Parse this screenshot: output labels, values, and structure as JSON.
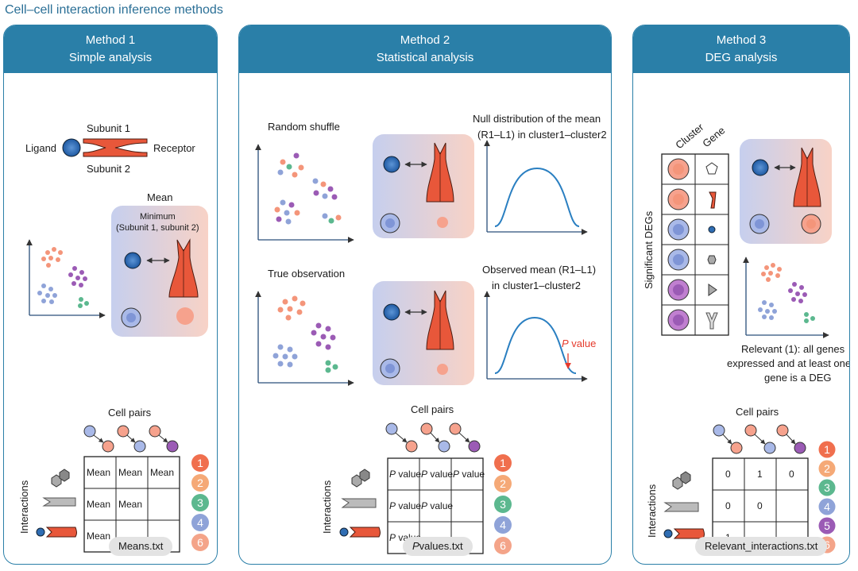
{
  "title": "Cell–cell interaction inference methods",
  "method1": {
    "head": "Method 1",
    "sub": "Simple analysis",
    "subunit1": "Subunit 1",
    "subunit2": "Subunit 2",
    "ligand": "Ligand",
    "receptor": "Receptor",
    "mean": "Mean",
    "minimum": "Minimum",
    "minimum_detail": "(Subunit 1, subunit 2)",
    "cell_pairs": "Cell pairs",
    "interactions": "Interactions",
    "cells": [
      [
        "Mean",
        "Mean",
        "Mean"
      ],
      [
        "Mean",
        "Mean",
        ""
      ],
      [
        "Mean",
        "",
        ""
      ]
    ],
    "numbers": [
      "1",
      "2",
      "3",
      "4",
      "6"
    ],
    "file": "Means.txt"
  },
  "method2": {
    "head": "Method 2",
    "sub": "Statistical analysis",
    "random_shuffle": "Random shuffle",
    "null_line1": "Null distribution of the mean",
    "null_line2": "(R1–L1) in cluster1–cluster2",
    "true_obs": "True observation",
    "obs_line1": "Observed mean (R1–L1)",
    "obs_line2": "in cluster1–cluster2",
    "pvalue_p": "P",
    "pvalue_rest": "value",
    "cell_pairs": "Cell pairs",
    "interactions": "Interactions",
    "cells": [
      [
        "P value",
        "P value",
        "P value"
      ],
      [
        "P value",
        "P value",
        ""
      ],
      [
        "P value",
        "",
        ""
      ]
    ],
    "numbers": [
      "1",
      "2",
      "3",
      "4",
      "6"
    ],
    "file_p": "P",
    "file_rest": "values.txt"
  },
  "method3": {
    "head": "Method 3",
    "sub": "DEG analysis",
    "cluster": "Cluster",
    "gene": "Gene",
    "sig_degs": "Significant DEGs",
    "relevant1": "Relevant (1): all genes",
    "relevant2": "expressed and at least one",
    "relevant3": "gene is a DEG",
    "cell_pairs": "Cell pairs",
    "interactions": "Interactions",
    "cells": [
      [
        "0",
        "1",
        "0"
      ],
      [
        "0",
        "0",
        ""
      ],
      [
        "1",
        "",
        ""
      ]
    ],
    "numbers": [
      "1",
      "2",
      "3",
      "4",
      "5",
      "6"
    ],
    "file": "Relevant_interactions.txt"
  },
  "colors": {
    "header_blue": "#2a7fa8",
    "c1": "#f08a6e",
    "c2": "#f5a977",
    "c3": "#5cb88f",
    "c4": "#8fa3d8",
    "c5": "#9b5bb5",
    "c6": "#f4a489",
    "receptor": "#e8573a",
    "ligand": "#2f6db3"
  }
}
